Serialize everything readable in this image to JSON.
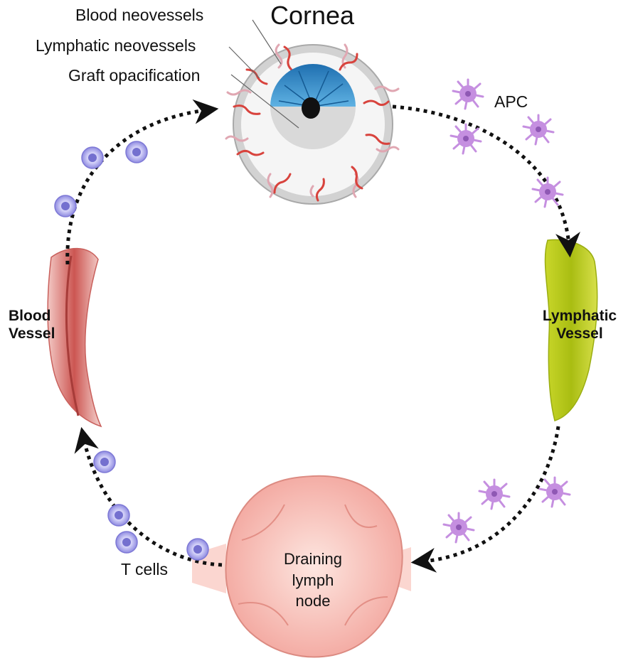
{
  "title": "Cornea",
  "callouts": {
    "blood_neovessels": "Blood neovessels",
    "lymphatic_neovessels": "Lymphatic neovessels",
    "graft_opacification": "Graft opacification"
  },
  "labels": {
    "apc": "APC",
    "t_cells": "T cells",
    "blood_vessel": [
      "Blood",
      "Vessel"
    ],
    "lymphatic_vessel": [
      "Lymphatic",
      "Vessel"
    ],
    "lymph_node": [
      "Draining",
      "lymph",
      "node"
    ]
  },
  "colors": {
    "blood_neovessel": "#d8433d",
    "lymphatic_neovessel": "#e0a7b2",
    "iris": "#3f93cf",
    "apc": "#c58fe0",
    "t_cell": "#a9a6ee",
    "blood_vessel": "#d47370",
    "lymphatic_vessel": "#b6c81e",
    "lymph_node": "#f2a9a1"
  },
  "flow": [
    "Cornea",
    "Lymphatic Vessel",
    "Draining lymph node",
    "Blood Vessel",
    "Cornea"
  ]
}
